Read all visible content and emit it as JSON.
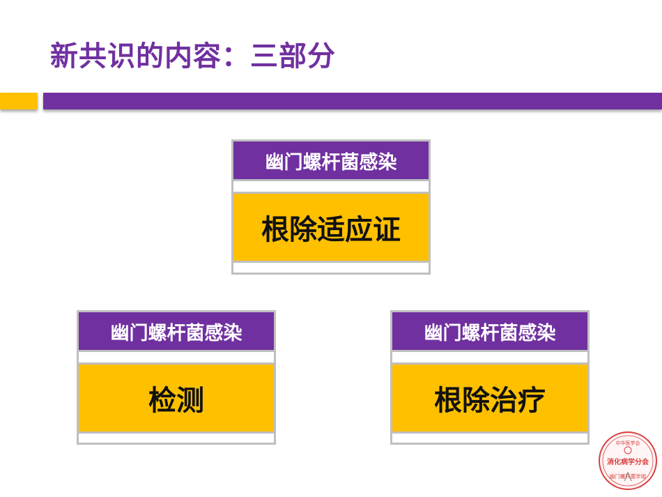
{
  "slide": {
    "title": "新共识的内容：三部分",
    "accent_colors": {
      "purple": "#7030a0",
      "yellow": "#ffc000"
    }
  },
  "cards": [
    {
      "header": "幽门螺杆菌感染",
      "body": "根除适应证"
    },
    {
      "header": "幽门螺杆菌感染",
      "body": "检测"
    },
    {
      "header": "幽门螺杆菌感染",
      "body": "根除治疗"
    }
  ],
  "seal": {
    "text_top": "中华医学会",
    "text_mid": "消化病学分会",
    "text_bottom": "幽门螺杆菌学组",
    "color": "#d94040"
  }
}
